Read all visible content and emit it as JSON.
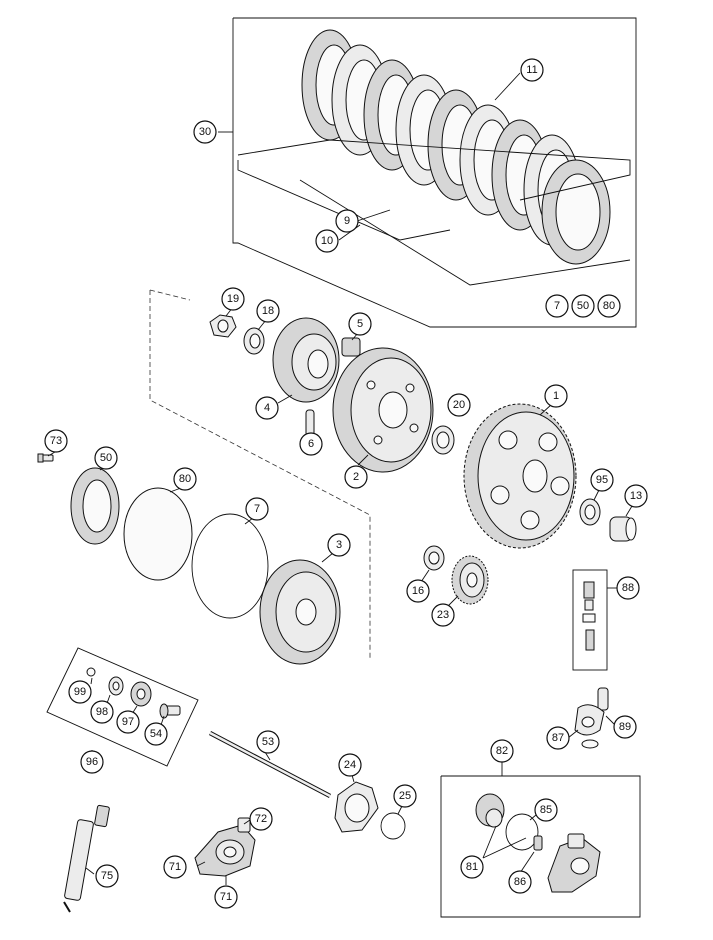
{
  "callouts": {
    "c1": "1",
    "c3": "3",
    "c2": "2",
    "c4": "4",
    "c5": "5",
    "c6": "6",
    "c7a": "7",
    "c7b": "7",
    "c9": "9",
    "c10": "10",
    "c11": "11",
    "c13": "13",
    "c16": "16",
    "c18": "18",
    "c19": "19",
    "c20": "20",
    "c23": "23",
    "c24": "24",
    "c25": "25",
    "c30": "30",
    "c50a": "50",
    "c50b": "50",
    "c53": "53",
    "c54": "54",
    "c71a": "71",
    "c71b": "71",
    "c72": "72",
    "c73": "73",
    "c75": "75",
    "c80a": "80",
    "c80b": "80",
    "c81": "81",
    "c82": "82",
    "c85": "85",
    "c86": "86",
    "c87": "87",
    "c88": "88",
    "c89": "89",
    "c95": "95",
    "c96": "96",
    "c97": "97",
    "c98": "98",
    "c99": "99"
  }
}
